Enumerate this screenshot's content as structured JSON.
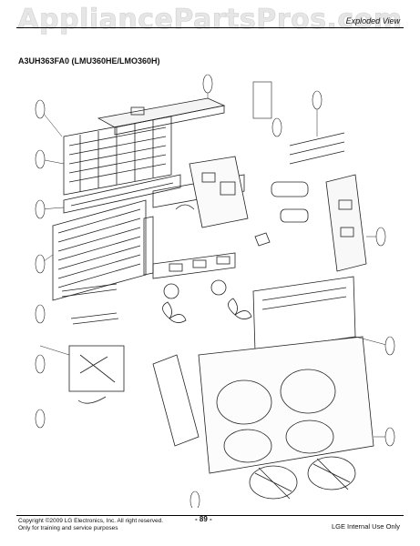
{
  "watermark": "AppliancePartsPros.com",
  "header": {
    "section": "Exploded View"
  },
  "model": {
    "title": "A3UH363FA0 (LMU360HE/LMO360H)"
  },
  "footer": {
    "copyright": "Copyright ©2009 LG Electronics, Inc. All right reserved.",
    "training": "Only for training and service purposes",
    "page": "- 89 -",
    "internal": "LGE Internal Use Only"
  }
}
